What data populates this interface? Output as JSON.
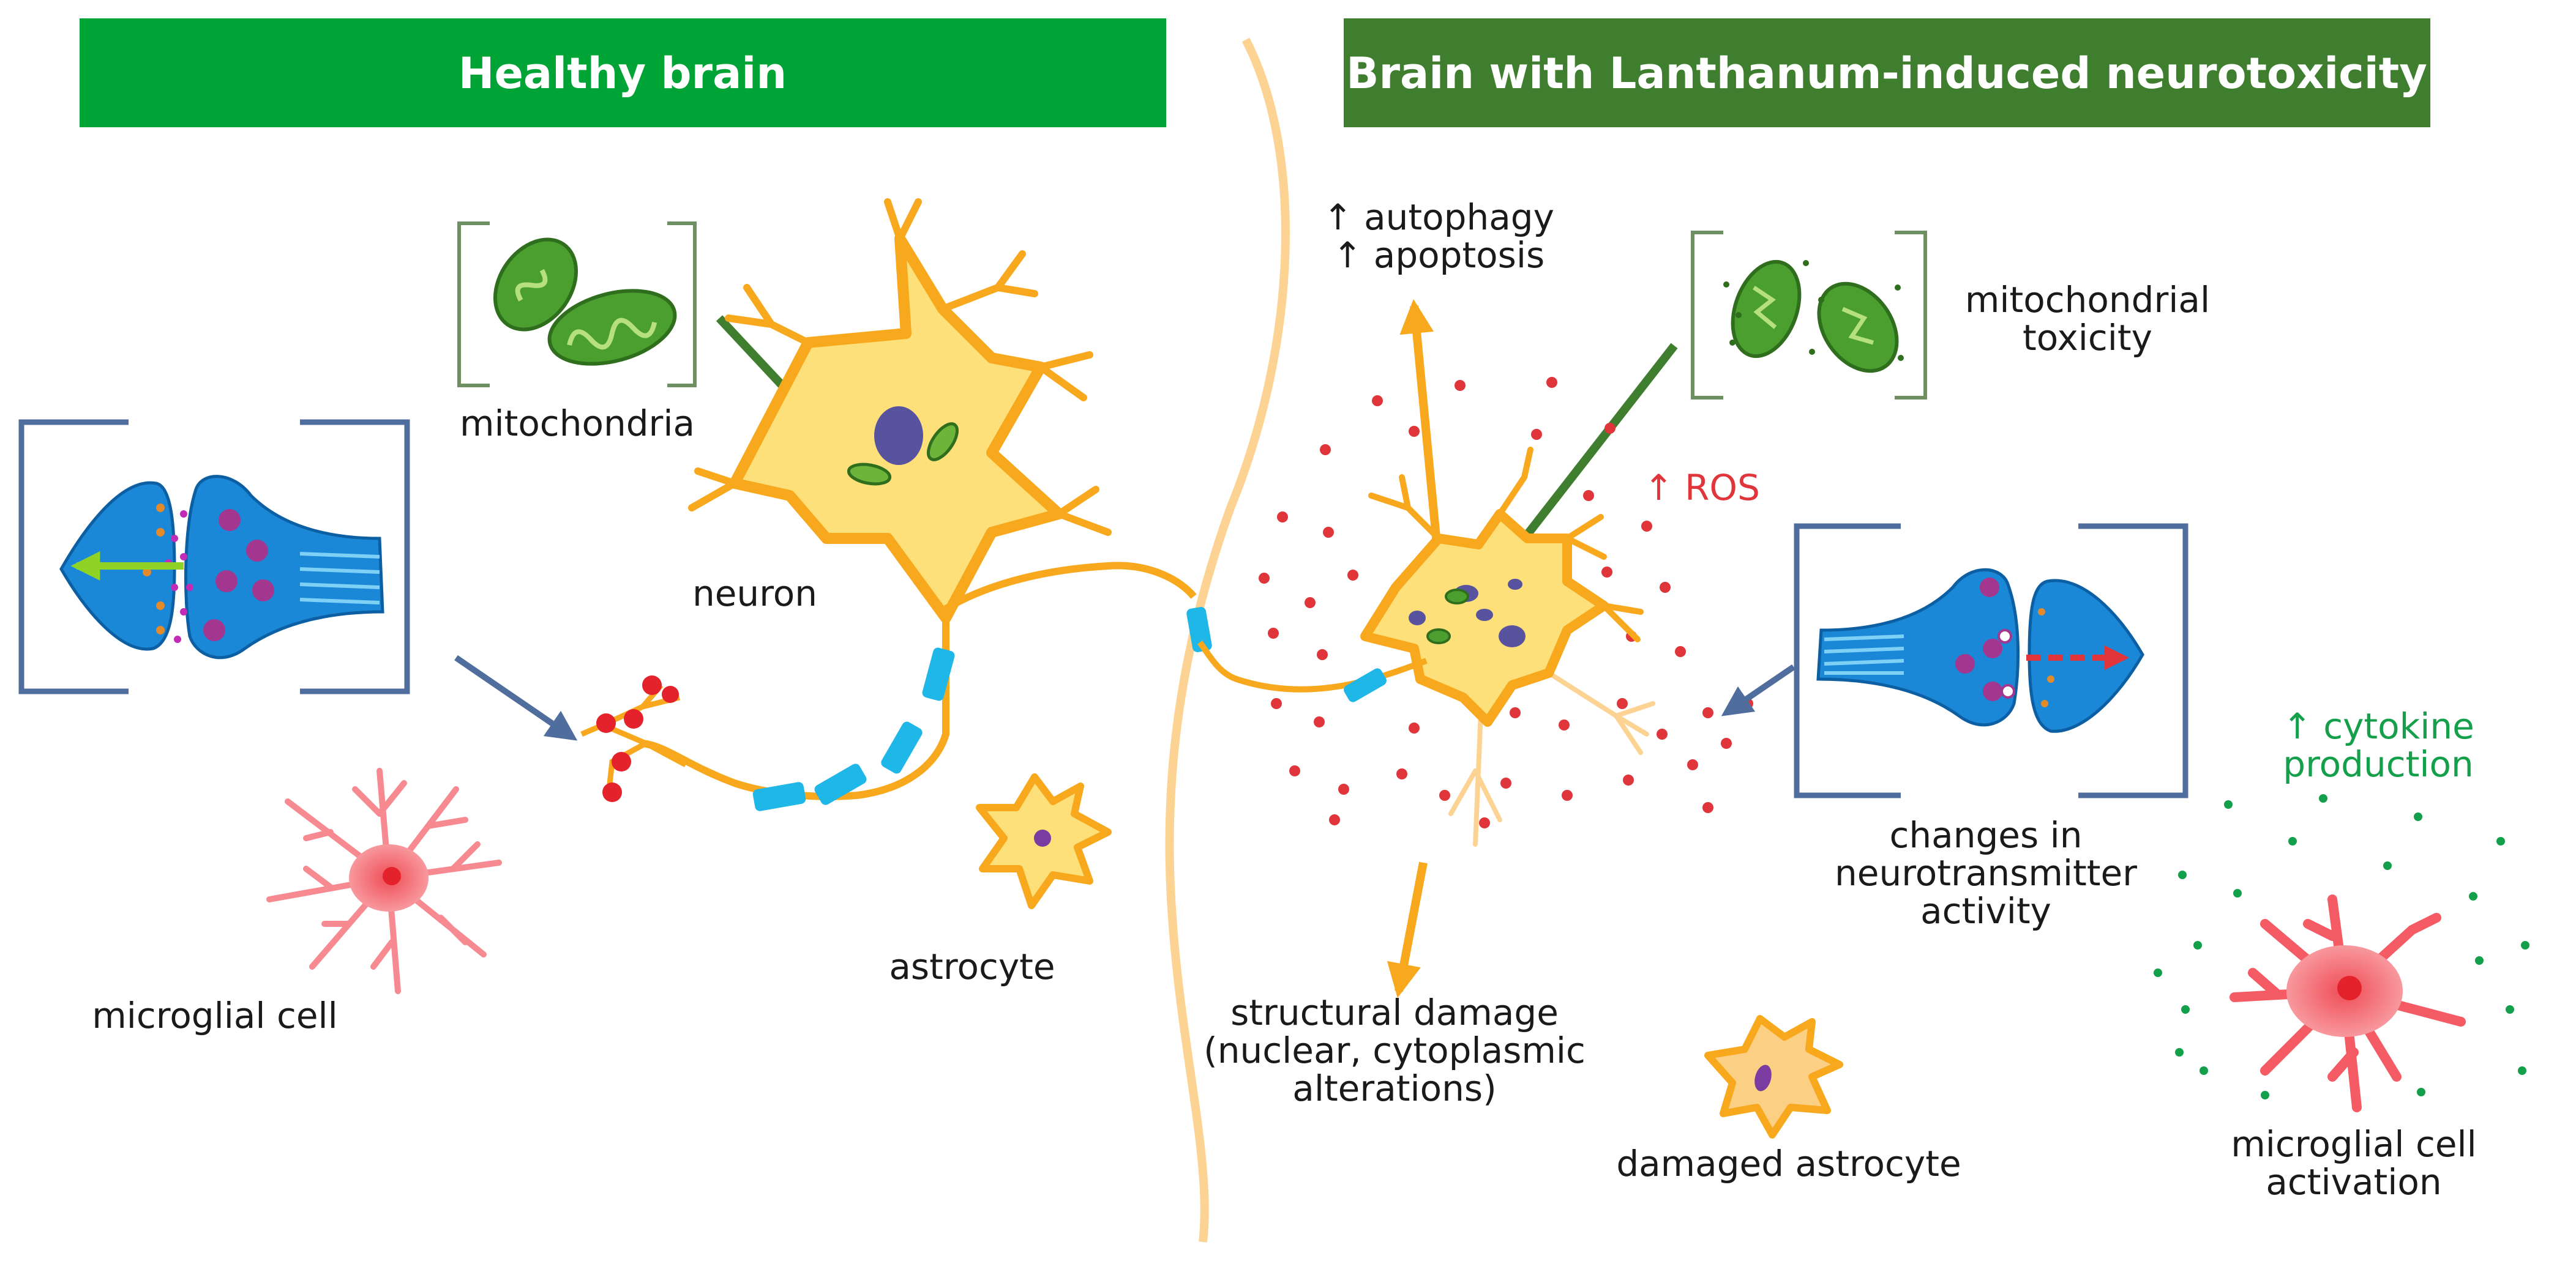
{
  "headers": {
    "healthy": "Healthy brain",
    "toxic": "Brain with Lanthanum-induced neurotoxicity"
  },
  "healthy_labels": {
    "mitochondria": "mitochondria",
    "neuron": "neuron",
    "astrocyte": "astrocyte",
    "microglial_cell": "microglial cell"
  },
  "toxic_labels": {
    "autophagy": "↑ autophagy",
    "apoptosis": "↑ apoptosis",
    "mito_tox_1": "mitochondrial",
    "mito_tox_2": "toxicity",
    "ros": "↑ ROS",
    "cytokine_1": "↑ cytokine",
    "cytokine_2": "production",
    "nt_1": "changes in",
    "nt_2": "neurotransmitter",
    "nt_3": "activity",
    "struct_1": "structural damage",
    "struct_2": "(nuclear, cytoplasmic",
    "struct_3": "alterations)",
    "damaged_astrocyte": "damaged astrocyte",
    "microglia_act_1": "microglial cell",
    "microglia_act_2": "activation"
  },
  "colors": {
    "header_healthy": "#00a335",
    "header_toxic": "#3f7e2e",
    "neuron_orange": "#f8a81d",
    "neuron_fill": "#fde079",
    "myelin": "#1fb6e8",
    "synapse_blue": "#1a88d6",
    "bracket_blue": "#4f6e9e",
    "bracket_green": "#6d8f62",
    "ros_red": "#e0353a",
    "cytokine_green": "#14a04a",
    "microglia_pink": "#f45b64",
    "mito_green": "#3f8f2a"
  }
}
